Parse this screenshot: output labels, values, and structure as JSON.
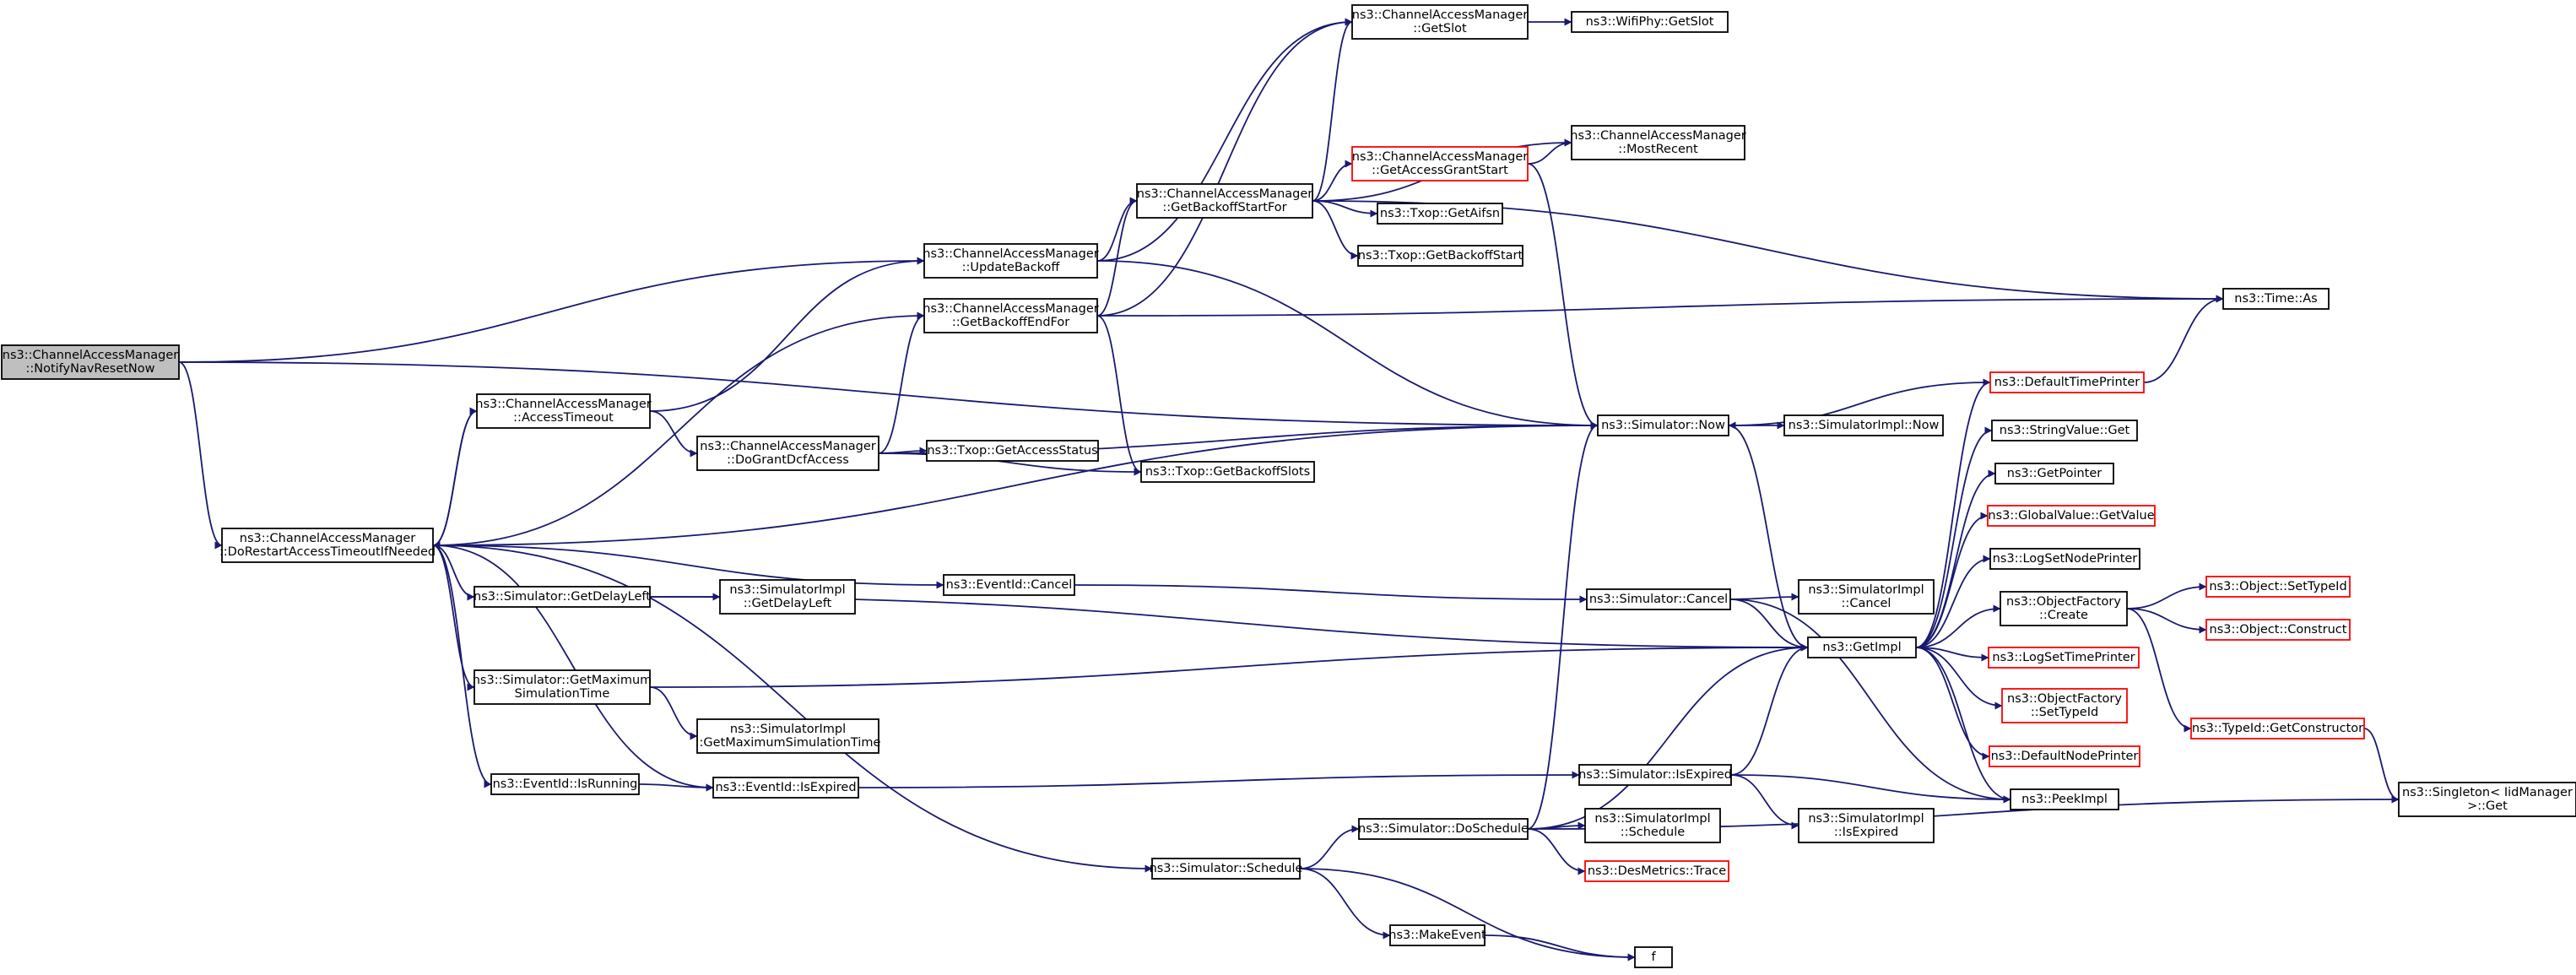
{
  "colors": {
    "edge": "#191970",
    "node_border": "#000000",
    "node_border_incomplete": "#ff0000",
    "node_fill": "#ffffff",
    "root_fill": "#bfbfbf",
    "text": "#000000"
  },
  "nodes": [
    {
      "id": "notify",
      "lines": [
        "ns3::ChannelAccessManager",
        "::NotifyNavResetNow"
      ],
      "root": true
    },
    {
      "id": "dorestart",
      "lines": [
        "ns3::ChannelAccessManager",
        "::DoRestartAccessTimeoutIfNeeded"
      ]
    },
    {
      "id": "accesstimeout",
      "lines": [
        "ns3::ChannelAccessManager",
        "::AccessTimeout"
      ]
    },
    {
      "id": "updatebackoff",
      "lines": [
        "ns3::ChannelAccessManager",
        "::UpdateBackoff"
      ]
    },
    {
      "id": "getbackoffendfor",
      "lines": [
        "ns3::ChannelAccessManager",
        "::GetBackoffEndFor"
      ]
    },
    {
      "id": "dograntdcf",
      "lines": [
        "ns3::ChannelAccessManager",
        "::DoGrantDcfAccess"
      ]
    },
    {
      "id": "getbackoffstartfor",
      "lines": [
        "ns3::ChannelAccessManager",
        "::GetBackoffStartFor"
      ]
    },
    {
      "id": "getslot",
      "lines": [
        "ns3::ChannelAccessManager",
        "::GetSlot"
      ]
    },
    {
      "id": "wifiphygetslot",
      "lines": [
        "ns3::WifiPhy::GetSlot"
      ]
    },
    {
      "id": "getaccessgrantstart",
      "lines": [
        "ns3::ChannelAccessManager",
        "::GetAccessGrantStart"
      ],
      "incomplete": true
    },
    {
      "id": "mostrecent",
      "lines": [
        "ns3::ChannelAccessManager",
        "::MostRecent"
      ]
    },
    {
      "id": "getaifsn",
      "lines": [
        "ns3::Txop::GetAifsn"
      ]
    },
    {
      "id": "getbackoffstart",
      "lines": [
        "ns3::Txop::GetBackoffStart"
      ]
    },
    {
      "id": "timeas",
      "lines": [
        "ns3::Time::As"
      ]
    },
    {
      "id": "getaccessstatus",
      "lines": [
        "ns3::Txop::GetAccessStatus"
      ]
    },
    {
      "id": "getbackoffslots",
      "lines": [
        "ns3::Txop::GetBackoffSlots"
      ]
    },
    {
      "id": "simnow",
      "lines": [
        "ns3::Simulator::Now"
      ]
    },
    {
      "id": "simimplnow",
      "lines": [
        "ns3::SimulatorImpl::Now"
      ]
    },
    {
      "id": "defaulttimeprinter",
      "lines": [
        "ns3::DefaultTimePrinter"
      ],
      "incomplete": true
    },
    {
      "id": "stringvalueget",
      "lines": [
        "ns3::StringValue::Get"
      ]
    },
    {
      "id": "getpointer",
      "lines": [
        "ns3::GetPointer"
      ]
    },
    {
      "id": "globalvalue",
      "lines": [
        "ns3::GlobalValue::GetValue"
      ],
      "incomplete": true
    },
    {
      "id": "logsetnodeprinter",
      "lines": [
        "ns3::LogSetNodePrinter"
      ]
    },
    {
      "id": "objfactorycreate",
      "lines": [
        "ns3::ObjectFactory",
        "::Create"
      ]
    },
    {
      "id": "objsettypeid",
      "lines": [
        "ns3::Object::SetTypeId"
      ],
      "incomplete": true
    },
    {
      "id": "objconstruct",
      "lines": [
        "ns3::Object::Construct"
      ],
      "incomplete": true
    },
    {
      "id": "logsettimeprinter",
      "lines": [
        "ns3::LogSetTimePrinter"
      ],
      "incomplete": true
    },
    {
      "id": "objfactorysettypeid",
      "lines": [
        "ns3::ObjectFactory",
        "::SetTypeId"
      ],
      "incomplete": true
    },
    {
      "id": "typeidgetconstructor",
      "lines": [
        "ns3::TypeId::GetConstructor"
      ],
      "incomplete": true
    },
    {
      "id": "defaultnodeprinter",
      "lines": [
        "ns3::DefaultNodePrinter"
      ],
      "incomplete": true
    },
    {
      "id": "singletonget",
      "lines": [
        "ns3::Singleton< IidManager",
        " >::Get"
      ]
    },
    {
      "id": "peekimpl",
      "lines": [
        "ns3::PeekImpl"
      ]
    },
    {
      "id": "eventcancel",
      "lines": [
        "ns3::EventId::Cancel"
      ]
    },
    {
      "id": "simcancel",
      "lines": [
        "ns3::Simulator::Cancel"
      ]
    },
    {
      "id": "simimplcancel",
      "lines": [
        "ns3::SimulatorImpl",
        "::Cancel"
      ]
    },
    {
      "id": "getimpl",
      "lines": [
        "ns3::GetImpl"
      ]
    },
    {
      "id": "getdelayleft",
      "lines": [
        "ns3::Simulator::GetDelayLeft"
      ]
    },
    {
      "id": "simimplgetdelayleft",
      "lines": [
        "ns3::SimulatorImpl",
        "::GetDelayLeft"
      ]
    },
    {
      "id": "getmaxsimtime",
      "lines": [
        "ns3::Simulator::GetMaximum",
        "SimulationTime"
      ]
    },
    {
      "id": "simimplgetmax",
      "lines": [
        "ns3::SimulatorImpl",
        "::GetMaximumSimulationTime"
      ]
    },
    {
      "id": "eventisrunning",
      "lines": [
        "ns3::EventId::IsRunning"
      ]
    },
    {
      "id": "eventisexpired",
      "lines": [
        "ns3::EventId::IsExpired"
      ]
    },
    {
      "id": "simisexpired",
      "lines": [
        "ns3::Simulator::IsExpired"
      ]
    },
    {
      "id": "simimplisexpired",
      "lines": [
        "ns3::SimulatorImpl",
        "::IsExpired"
      ]
    },
    {
      "id": "doschedule",
      "lines": [
        "ns3::Simulator::DoSchedule"
      ]
    },
    {
      "id": "simimplschedule",
      "lines": [
        "ns3::SimulatorImpl",
        "::Schedule"
      ]
    },
    {
      "id": "desmetrics",
      "lines": [
        "ns3::DesMetrics::Trace"
      ],
      "incomplete": true
    },
    {
      "id": "simschedule",
      "lines": [
        "ns3::Simulator::Schedule"
      ]
    },
    {
      "id": "makeevent",
      "lines": [
        "ns3::MakeEvent"
      ]
    },
    {
      "id": "f",
      "lines": [
        "f"
      ]
    }
  ],
  "edges": [
    [
      "notify",
      "updatebackoff"
    ],
    [
      "notify",
      "simnow"
    ],
    [
      "notify",
      "dorestart"
    ],
    [
      "dorestart",
      "accesstimeout"
    ],
    [
      "dorestart",
      "getbackoffendfor"
    ],
    [
      "dorestart",
      "simnow"
    ],
    [
      "dorestart",
      "eventcancel"
    ],
    [
      "dorestart",
      "getdelayleft"
    ],
    [
      "dorestart",
      "getmaxsimtime"
    ],
    [
      "dorestart",
      "eventisexpired"
    ],
    [
      "dorestart",
      "eventisrunning"
    ],
    [
      "dorestart",
      "simschedule"
    ],
    [
      "accesstimeout",
      "dorestart"
    ],
    [
      "accesstimeout",
      "updatebackoff"
    ],
    [
      "accesstimeout",
      "dograntdcf"
    ],
    [
      "updatebackoff",
      "getslot"
    ],
    [
      "updatebackoff",
      "getbackoffstartfor"
    ],
    [
      "updatebackoff",
      "simnow"
    ],
    [
      "getbackoffendfor",
      "getslot"
    ],
    [
      "getbackoffendfor",
      "getbackoffstartfor"
    ],
    [
      "getbackoffendfor",
      "timeas"
    ],
    [
      "getbackoffendfor",
      "getbackoffslots"
    ],
    [
      "dograntdcf",
      "getbackoffendfor"
    ],
    [
      "dograntdcf",
      "simnow"
    ],
    [
      "dograntdcf",
      "getaccessstatus"
    ],
    [
      "dograntdcf",
      "getbackoffslots"
    ],
    [
      "getbackoffstartfor",
      "getslot"
    ],
    [
      "getbackoffstartfor",
      "timeas"
    ],
    [
      "getbackoffstartfor",
      "mostrecent"
    ],
    [
      "getbackoffstartfor",
      "getaccessgrantstart"
    ],
    [
      "getbackoffstartfor",
      "getaifsn"
    ],
    [
      "getbackoffstartfor",
      "getbackoffstart"
    ],
    [
      "getslot",
      "wifiphygetslot"
    ],
    [
      "getaccessgrantstart",
      "mostrecent"
    ],
    [
      "getaccessgrantstart",
      "simnow"
    ],
    [
      "simnow",
      "simimplnow"
    ],
    [
      "simnow",
      "getimpl"
    ],
    [
      "defaulttimeprinter",
      "timeas"
    ],
    [
      "defaulttimeprinter",
      "simnow"
    ],
    [
      "getimpl",
      "defaulttimeprinter"
    ],
    [
      "getimpl",
      "stringvalueget"
    ],
    [
      "getimpl",
      "getpointer"
    ],
    [
      "getimpl",
      "globalvalue"
    ],
    [
      "getimpl",
      "logsetnodeprinter"
    ],
    [
      "getimpl",
      "objfactorycreate"
    ],
    [
      "getimpl",
      "logsettimeprinter"
    ],
    [
      "getimpl",
      "objfactorysettypeid"
    ],
    [
      "getimpl",
      "defaultnodeprinter"
    ],
    [
      "getimpl",
      "peekimpl"
    ],
    [
      "objfactorycreate",
      "objsettypeid"
    ],
    [
      "objfactorycreate",
      "objconstruct"
    ],
    [
      "objfactorycreate",
      "typeidgetconstructor"
    ],
    [
      "typeidgetconstructor",
      "singletonget"
    ],
    [
      "eventcancel",
      "simcancel"
    ],
    [
      "simcancel",
      "simimplcancel"
    ],
    [
      "simcancel",
      "getimpl"
    ],
    [
      "simcancel",
      "peekimpl"
    ],
    [
      "getdelayleft",
      "simimplgetdelayleft"
    ],
    [
      "getdelayleft",
      "getimpl"
    ],
    [
      "getmaxsimtime",
      "getimpl"
    ],
    [
      "getmaxsimtime",
      "simimplgetmax"
    ],
    [
      "eventisrunning",
      "eventisexpired"
    ],
    [
      "eventisexpired",
      "simisexpired"
    ],
    [
      "simisexpired",
      "getimpl"
    ],
    [
      "simisexpired",
      "peekimpl"
    ],
    [
      "simisexpired",
      "simimplisexpired"
    ],
    [
      "simschedule",
      "doschedule"
    ],
    [
      "simschedule",
      "makeevent"
    ],
    [
      "simschedule",
      "f"
    ],
    [
      "makeevent",
      "f"
    ],
    [
      "doschedule",
      "simnow"
    ],
    [
      "doschedule",
      "getimpl"
    ],
    [
      "doschedule",
      "simimplschedule"
    ],
    [
      "doschedule",
      "desmetrics"
    ],
    [
      "doschedule",
      "singletonget"
    ]
  ]
}
